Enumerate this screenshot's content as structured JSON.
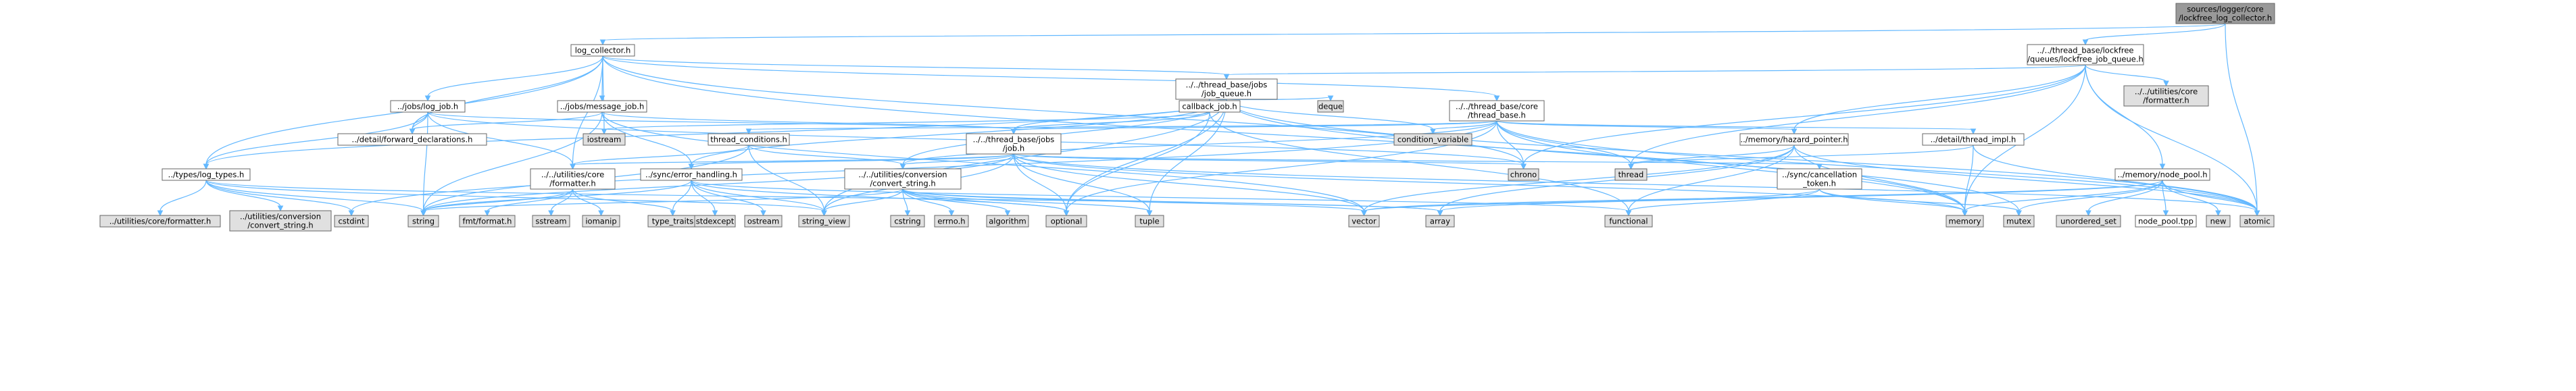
{
  "diagram": {
    "type": "include-dependency-graph",
    "colors": {
      "root_fill": "#999999",
      "node_fill": "#ffffff",
      "system_fill": "#e0e0e0",
      "edge": "#63b8ff",
      "border": "#666666"
    },
    "nodes": [
      {
        "id": "root",
        "label": "sources/logger/core\n/lockfree_log_collector.h",
        "kind": "root"
      },
      {
        "id": "log_collector",
        "label": "log_collector.h",
        "kind": "file"
      },
      {
        "id": "tb_lf_queue",
        "label": "../../thread_base/lockfree\n/queues/lockfree_job_queue.h",
        "kind": "file"
      },
      {
        "id": "job_queue",
        "label": "../../thread_base/jobs\n/job_queue.h",
        "kind": "file"
      },
      {
        "id": "util_core_formatter_top",
        "label": "../../utilities/core\n/formatter.h",
        "kind": "system"
      },
      {
        "id": "log_job",
        "label": "../jobs/log_job.h",
        "kind": "file"
      },
      {
        "id": "message_job",
        "label": "../jobs/message_job.h",
        "kind": "file"
      },
      {
        "id": "deque",
        "label": "deque",
        "kind": "system"
      },
      {
        "id": "callback_job",
        "label": "callback_job.h",
        "kind": "file"
      },
      {
        "id": "thread_base_core",
        "label": "../../thread_base/core\n/thread_base.h",
        "kind": "file"
      },
      {
        "id": "forward_decl",
        "label": "../detail/forward_declarations.h",
        "kind": "file"
      },
      {
        "id": "iostream",
        "label": "iostream",
        "kind": "system"
      },
      {
        "id": "tb_job",
        "label": "../../thread_base/jobs\n/job.h",
        "kind": "file"
      },
      {
        "id": "condition_variable",
        "label": "condition_variable",
        "kind": "system"
      },
      {
        "id": "hazard_pointer",
        "label": "../memory/hazard_pointer.h",
        "kind": "file"
      },
      {
        "id": "thread_impl",
        "label": "../detail/thread_impl.h",
        "kind": "file"
      },
      {
        "id": "thread_conditions",
        "label": "thread_conditions.h",
        "kind": "file"
      },
      {
        "id": "chrono",
        "label": "chrono",
        "kind": "system"
      },
      {
        "id": "thread",
        "label": "thread",
        "kind": "system"
      },
      {
        "id": "log_types",
        "label": "../types/log_types.h",
        "kind": "file"
      },
      {
        "id": "util_core_formatter",
        "label": "../../utilities/core\n/formatter.h",
        "kind": "file"
      },
      {
        "id": "error_handling",
        "label": "../sync/error_handling.h",
        "kind": "file"
      },
      {
        "id": "convert_string",
        "label": "../../utilities/conversion\n/convert_string.h",
        "kind": "file"
      },
      {
        "id": "cancellation_token",
        "label": "../sync/cancellation\n_token.h",
        "kind": "file"
      },
      {
        "id": "node_pool",
        "label": "../memory/node_pool.h",
        "kind": "file"
      },
      {
        "id": "util_formatter_sys",
        "label": "../utilities/core/formatter.h",
        "kind": "system"
      },
      {
        "id": "util_convert_sys",
        "label": "../utilities/conversion\n/convert_string.h",
        "kind": "system"
      },
      {
        "id": "cstdint",
        "label": "cstdint",
        "kind": "system"
      },
      {
        "id": "string",
        "label": "string",
        "kind": "system"
      },
      {
        "id": "fmt_format",
        "label": "fmt/format.h",
        "kind": "system"
      },
      {
        "id": "sstream",
        "label": "sstream",
        "kind": "system"
      },
      {
        "id": "iomanip",
        "label": "iomanip",
        "kind": "system"
      },
      {
        "id": "type_traits",
        "label": "type_traits",
        "kind": "system"
      },
      {
        "id": "stdexcept",
        "label": "stdexcept",
        "kind": "system"
      },
      {
        "id": "ostream",
        "label": "ostream",
        "kind": "system"
      },
      {
        "id": "string_view",
        "label": "string_view",
        "kind": "system"
      },
      {
        "id": "cstring",
        "label": "cstring",
        "kind": "system"
      },
      {
        "id": "errno",
        "label": "errno.h",
        "kind": "system"
      },
      {
        "id": "algorithm",
        "label": "algorithm",
        "kind": "system"
      },
      {
        "id": "optional",
        "label": "optional",
        "kind": "system"
      },
      {
        "id": "tuple",
        "label": "tuple",
        "kind": "system"
      },
      {
        "id": "vector",
        "label": "vector",
        "kind": "system"
      },
      {
        "id": "array",
        "label": "array",
        "kind": "system"
      },
      {
        "id": "functional",
        "label": "functional",
        "kind": "system"
      },
      {
        "id": "memory",
        "label": "memory",
        "kind": "system"
      },
      {
        "id": "mutex",
        "label": "mutex",
        "kind": "system"
      },
      {
        "id": "unordered_set",
        "label": "unordered_set",
        "kind": "system"
      },
      {
        "id": "node_pool_tpp",
        "label": "node_pool.tpp",
        "kind": "file"
      },
      {
        "id": "new",
        "label": "new",
        "kind": "system"
      },
      {
        "id": "atomic",
        "label": "atomic",
        "kind": "system"
      }
    ],
    "edges": [
      [
        "root",
        "log_collector"
      ],
      [
        "root",
        "tb_lf_queue"
      ],
      [
        "root",
        "atomic"
      ],
      [
        "log_collector",
        "job_queue"
      ],
      [
        "log_collector",
        "log_job"
      ],
      [
        "log_collector",
        "message_job"
      ],
      [
        "log_collector",
        "thread_base_core"
      ],
      [
        "log_collector",
        "forward_decl"
      ],
      [
        "log_collector",
        "iostream"
      ],
      [
        "log_collector",
        "log_types"
      ],
      [
        "log_collector",
        "util_core_formatter"
      ],
      [
        "log_collector",
        "chrono"
      ],
      [
        "log_collector",
        "memory"
      ],
      [
        "tb_lf_queue",
        "job_queue"
      ],
      [
        "tb_lf_queue",
        "util_core_formatter_top"
      ],
      [
        "tb_lf_queue",
        "hazard_pointer"
      ],
      [
        "tb_lf_queue",
        "node_pool"
      ],
      [
        "tb_lf_queue",
        "chrono"
      ],
      [
        "tb_lf_queue",
        "thread"
      ],
      [
        "tb_lf_queue",
        "memory"
      ],
      [
        "tb_lf_queue",
        "atomic"
      ],
      [
        "job_queue",
        "deque"
      ],
      [
        "job_queue",
        "callback_job"
      ],
      [
        "job_queue",
        "tb_job"
      ],
      [
        "job_queue",
        "condition_variable"
      ],
      [
        "job_queue",
        "error_handling"
      ],
      [
        "job_queue",
        "convert_string"
      ],
      [
        "job_queue",
        "optional"
      ],
      [
        "job_queue",
        "tuple"
      ],
      [
        "job_queue",
        "string_view"
      ],
      [
        "job_queue",
        "mutex"
      ],
      [
        "job_queue",
        "atomic"
      ],
      [
        "job_queue",
        "log_types"
      ],
      [
        "log_job",
        "tb_job"
      ],
      [
        "log_job",
        "forward_decl"
      ],
      [
        "log_job",
        "log_types"
      ],
      [
        "log_job",
        "chrono"
      ],
      [
        "log_job",
        "string"
      ],
      [
        "log_job",
        "util_core_formatter"
      ],
      [
        "message_job",
        "tb_job"
      ],
      [
        "message_job",
        "forward_decl"
      ],
      [
        "message_job",
        "error_handling"
      ],
      [
        "message_job",
        "string"
      ],
      [
        "message_job",
        "vector"
      ],
      [
        "callback_job",
        "tb_job"
      ],
      [
        "callback_job",
        "functional"
      ],
      [
        "callback_job",
        "optional"
      ],
      [
        "callback_job",
        "iostream"
      ],
      [
        "thread_base_core",
        "thread_conditions"
      ],
      [
        "thread_base_core",
        "thread_impl"
      ],
      [
        "thread_base_core",
        "condition_variable"
      ],
      [
        "thread_base_core",
        "hazard_pointer"
      ],
      [
        "thread_base_core",
        "tb_job"
      ],
      [
        "thread_base_core",
        "convert_string"
      ],
      [
        "thread_base_core",
        "chrono"
      ],
      [
        "thread_base_core",
        "thread"
      ],
      [
        "thread_base_core",
        "memory"
      ],
      [
        "thread_base_core",
        "atomic"
      ],
      [
        "thread_base_core",
        "optional"
      ],
      [
        "thread_base_core",
        "cstdint"
      ],
      [
        "tb_job",
        "error_handling"
      ],
      [
        "tb_job",
        "util_core_formatter"
      ],
      [
        "tb_job",
        "convert_string"
      ],
      [
        "tb_job",
        "cancellation_token"
      ],
      [
        "tb_job",
        "chrono"
      ],
      [
        "tb_job",
        "optional"
      ],
      [
        "tb_job",
        "tuple"
      ],
      [
        "tb_job",
        "string"
      ],
      [
        "tb_job",
        "string_view"
      ],
      [
        "tb_job",
        "vector"
      ],
      [
        "tb_job",
        "memory"
      ],
      [
        "tb_job",
        "atomic"
      ],
      [
        "thread_conditions",
        "util_core_formatter"
      ],
      [
        "thread_conditions",
        "convert_string"
      ],
      [
        "thread_conditions",
        "string"
      ],
      [
        "thread_conditions",
        "string_view"
      ],
      [
        "hazard_pointer",
        "array"
      ],
      [
        "hazard_pointer",
        "vector"
      ],
      [
        "hazard_pointer",
        "functional"
      ],
      [
        "hazard_pointer",
        "memory"
      ],
      [
        "hazard_pointer",
        "thread"
      ],
      [
        "hazard_pointer",
        "atomic"
      ],
      [
        "thread_impl",
        "memory"
      ],
      [
        "thread_impl",
        "atomic"
      ],
      [
        "thread_impl",
        "thread"
      ],
      [
        "log_types",
        "util_formatter_sys"
      ],
      [
        "log_types",
        "util_convert_sys"
      ],
      [
        "log_types",
        "cstdint"
      ],
      [
        "log_types",
        "string"
      ],
      [
        "log_types",
        "string_view"
      ],
      [
        "log_types",
        "array"
      ],
      [
        "util_core_formatter",
        "fmt_format"
      ],
      [
        "util_core_formatter",
        "sstream"
      ],
      [
        "util_core_formatter",
        "iomanip"
      ],
      [
        "util_core_formatter",
        "string"
      ],
      [
        "util_core_formatter",
        "type_traits"
      ],
      [
        "error_handling",
        "string"
      ],
      [
        "error_handling",
        "type_traits"
      ],
      [
        "error_handling",
        "stdexcept"
      ],
      [
        "error_handling",
        "ostream"
      ],
      [
        "error_handling",
        "string_view"
      ],
      [
        "error_handling",
        "optional"
      ],
      [
        "error_handling",
        "functional"
      ],
      [
        "convert_string",
        "cstring"
      ],
      [
        "convert_string",
        "errno"
      ],
      [
        "convert_string",
        "algorithm"
      ],
      [
        "convert_string",
        "optional"
      ],
      [
        "convert_string",
        "tuple"
      ],
      [
        "convert_string",
        "string_view"
      ],
      [
        "convert_string",
        "vector"
      ],
      [
        "convert_string",
        "string"
      ],
      [
        "convert_string",
        "array"
      ],
      [
        "cancellation_token",
        "functional"
      ],
      [
        "cancellation_token",
        "memory"
      ],
      [
        "cancellation_token",
        "mutex"
      ],
      [
        "cancellation_token",
        "vector"
      ],
      [
        "node_pool",
        "unordered_set"
      ],
      [
        "node_pool",
        "node_pool_tpp"
      ],
      [
        "node_pool",
        "new"
      ],
      [
        "node_pool",
        "memory"
      ],
      [
        "node_pool",
        "mutex"
      ],
      [
        "node_pool",
        "vector"
      ],
      [
        "node_pool",
        "array"
      ],
      [
        "node_pool",
        "atomic"
      ]
    ]
  }
}
